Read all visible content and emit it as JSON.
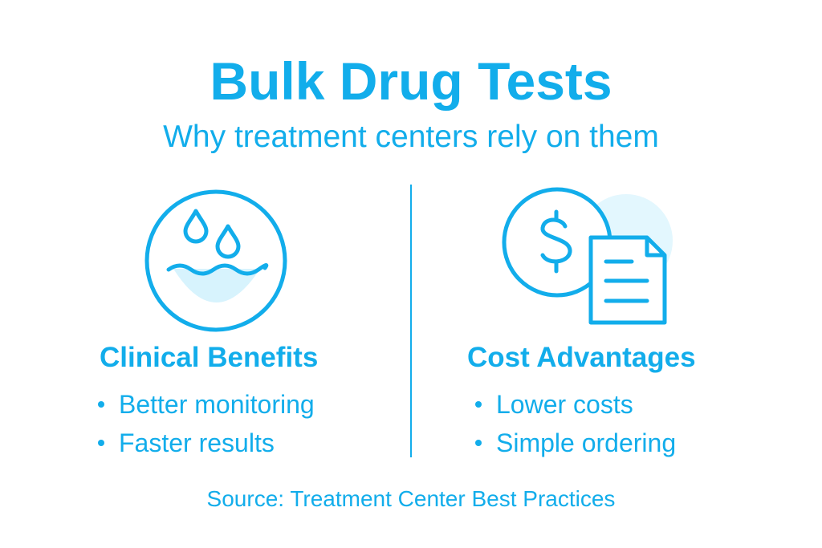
{
  "header": {
    "title": "Bulk Drug Tests",
    "subtitle": "Why treatment centers rely on them"
  },
  "columns": [
    {
      "icon": "water-drops-icon",
      "heading": "Clinical Benefits",
      "bullets": [
        "Better monitoring",
        "Faster results"
      ]
    },
    {
      "icon": "dollar-document-icon",
      "heading": "Cost Advantages",
      "bullets": [
        "Lower costs",
        "Simple ordering"
      ]
    }
  ],
  "footer": {
    "source": "Source: Treatment Center Best Practices"
  },
  "colors": {
    "accent": "#12adeb",
    "accent_light": "#d7f3fd",
    "background": "#ffffff"
  }
}
